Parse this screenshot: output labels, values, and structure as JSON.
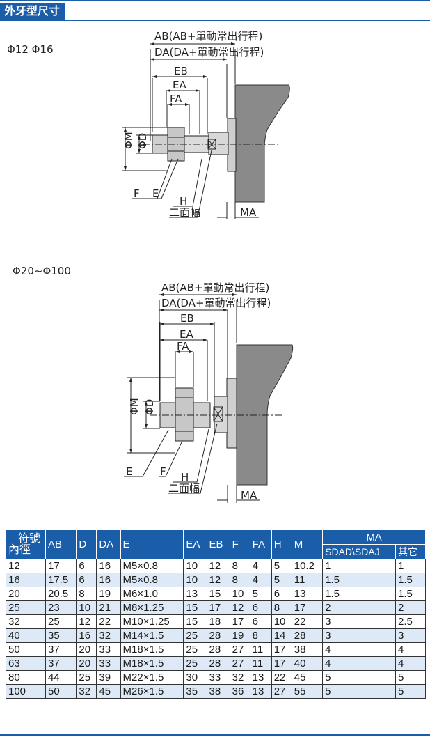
{
  "section_title": "外牙型尺寸",
  "diagram1": {
    "size_label": "Φ12 Φ16",
    "ab_label": "AB(AB+單動常出行程)",
    "da_label": "DA(DA+單動常出行程)",
    "eb": "EB",
    "ea": "EA",
    "fa": "FA",
    "phi_m": "ΦM",
    "phi_d": "ΦD",
    "f": "F",
    "e": "E",
    "h": "H",
    "width_across": "二面幅",
    "ma": "MA"
  },
  "diagram2": {
    "size_label": "Φ20~Φ100",
    "ab_label": "AB(AB+單動常出行程)",
    "da_label": "DA(DA+單動常出行程)",
    "eb": "EB",
    "ea": "EA",
    "fa": "FA",
    "phi_m": "ΦM",
    "phi_d": "ΦD",
    "e": "E",
    "f": "F",
    "h": "H",
    "width_across": "二面幅",
    "ma": "MA"
  },
  "table": {
    "corner_top": "符號",
    "corner_bottom": "內徑",
    "headers": [
      "AB",
      "D",
      "DA",
      "E",
      "EA",
      "EB",
      "F",
      "FA",
      "H",
      "M"
    ],
    "ma_header": "MA",
    "ma_sub": [
      "SDAD\\SDAJ",
      "其它"
    ],
    "rows": [
      [
        "12",
        "17",
        "6",
        "16",
        "M5×0.8",
        "10",
        "12",
        "8",
        "4",
        "5",
        "10.2",
        "1",
        "1"
      ],
      [
        "16",
        "17.5",
        "6",
        "16",
        "M5×0.8",
        "10",
        "12",
        "8",
        "4",
        "5",
        "11",
        "1.5",
        "1.5"
      ],
      [
        "20",
        "20.5",
        "8",
        "19",
        "M6×1.0",
        "13",
        "15",
        "10",
        "5",
        "6",
        "13",
        "1.5",
        "1.5"
      ],
      [
        "25",
        "23",
        "10",
        "21",
        "M8×1.25",
        "15",
        "17",
        "12",
        "6",
        "8",
        "17",
        "2",
        "2"
      ],
      [
        "32",
        "25",
        "12",
        "22",
        "M10×1.25",
        "15",
        "18",
        "17",
        "6",
        "10",
        "22",
        "3",
        "2.5"
      ],
      [
        "40",
        "35",
        "16",
        "32",
        "M14×1.5",
        "25",
        "28",
        "19",
        "8",
        "14",
        "28",
        "3",
        "3"
      ],
      [
        "50",
        "37",
        "20",
        "33",
        "M18×1.5",
        "25",
        "28",
        "27",
        "11",
        "17",
        "38",
        "4",
        "4"
      ],
      [
        "63",
        "37",
        "20",
        "33",
        "M18×1.5",
        "25",
        "28",
        "27",
        "11",
        "17",
        "40",
        "4",
        "4"
      ],
      [
        "80",
        "44",
        "25",
        "39",
        "M22×1.5",
        "30",
        "33",
        "32",
        "13",
        "22",
        "45",
        "5",
        "5"
      ],
      [
        "100",
        "50",
        "32",
        "45",
        "M26×1.5",
        "35",
        "38",
        "36",
        "13",
        "27",
        "55",
        "5",
        "5"
      ]
    ]
  }
}
